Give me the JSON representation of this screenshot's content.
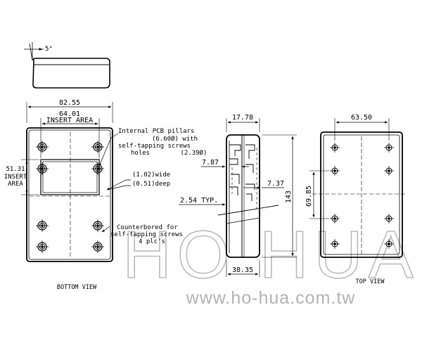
{
  "drawing": {
    "angle_label": "5°",
    "bottom_view": {
      "width": "82.55",
      "insert_width": "64.01",
      "insert_area_top": "INSERT AREA",
      "side_height": "51.31",
      "insert_label_1": "INSERT",
      "insert_label_2": "AREA",
      "caption": "BOTTOM VIEW"
    },
    "notes": {
      "pcb_line1": "Internal PCB pillars",
      "pcb_line2": "(6.60Ø) with",
      "pcb_line3": "self-tapping screws",
      "pcb_line4": "holes        (2.39Ø)",
      "groove_wide": "(1.02)wide",
      "groove_deep": "(0.51)deep",
      "counter_line1": "Counterbored for",
      "counter_line2": "self-tapping screws",
      "counter_line3": "4 plc's"
    },
    "side_view": {
      "top": "17.78",
      "left_dim": "7.87",
      "right_dim": "7.37",
      "typ": "2.54 TYP.",
      "height": "143",
      "bottom": "38.35"
    },
    "top_view": {
      "width": "63.50",
      "height": "69.85",
      "caption": "TOP VIEW"
    }
  },
  "watermark": {
    "brand": "HO HUA",
    "url": "www.ho-hua.com.tw"
  }
}
